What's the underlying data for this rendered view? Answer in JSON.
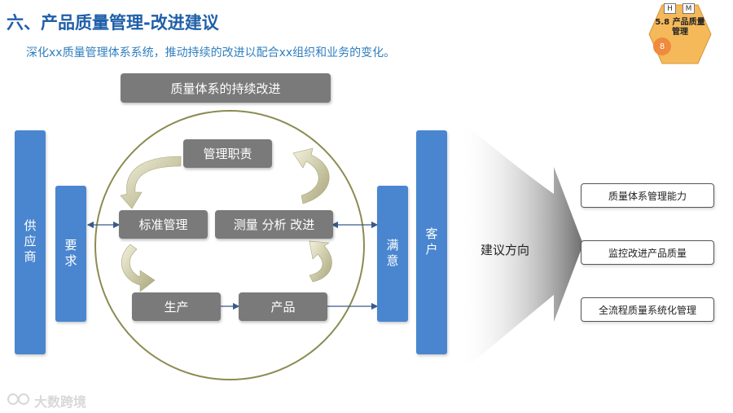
{
  "header": {
    "title": "六、产品质量管理-改进建议",
    "subtitle": "深化xx质量管理体系系统，推动持续的改进以配合xx组织和业务的变化。"
  },
  "badge": {
    "line1": "5.8 产品质量",
    "line2": "管理",
    "tag_h": "H",
    "tag_m": "M",
    "number": "8"
  },
  "diagram": {
    "top_box": "质量体系的持续改进",
    "management": "管理职责",
    "standard": "标准管理",
    "measure": "测量 分析 改进",
    "production": "生产",
    "product": "产品",
    "supplier": "供应商",
    "requirement": "要求",
    "satisfaction": "满意",
    "customer": "客户",
    "direction": "建议方向",
    "suggestions": [
      "质量体系管理能力",
      "监控改进产品质量",
      "全流程质量系统化管理"
    ]
  },
  "watermark": "大数跨境"
}
